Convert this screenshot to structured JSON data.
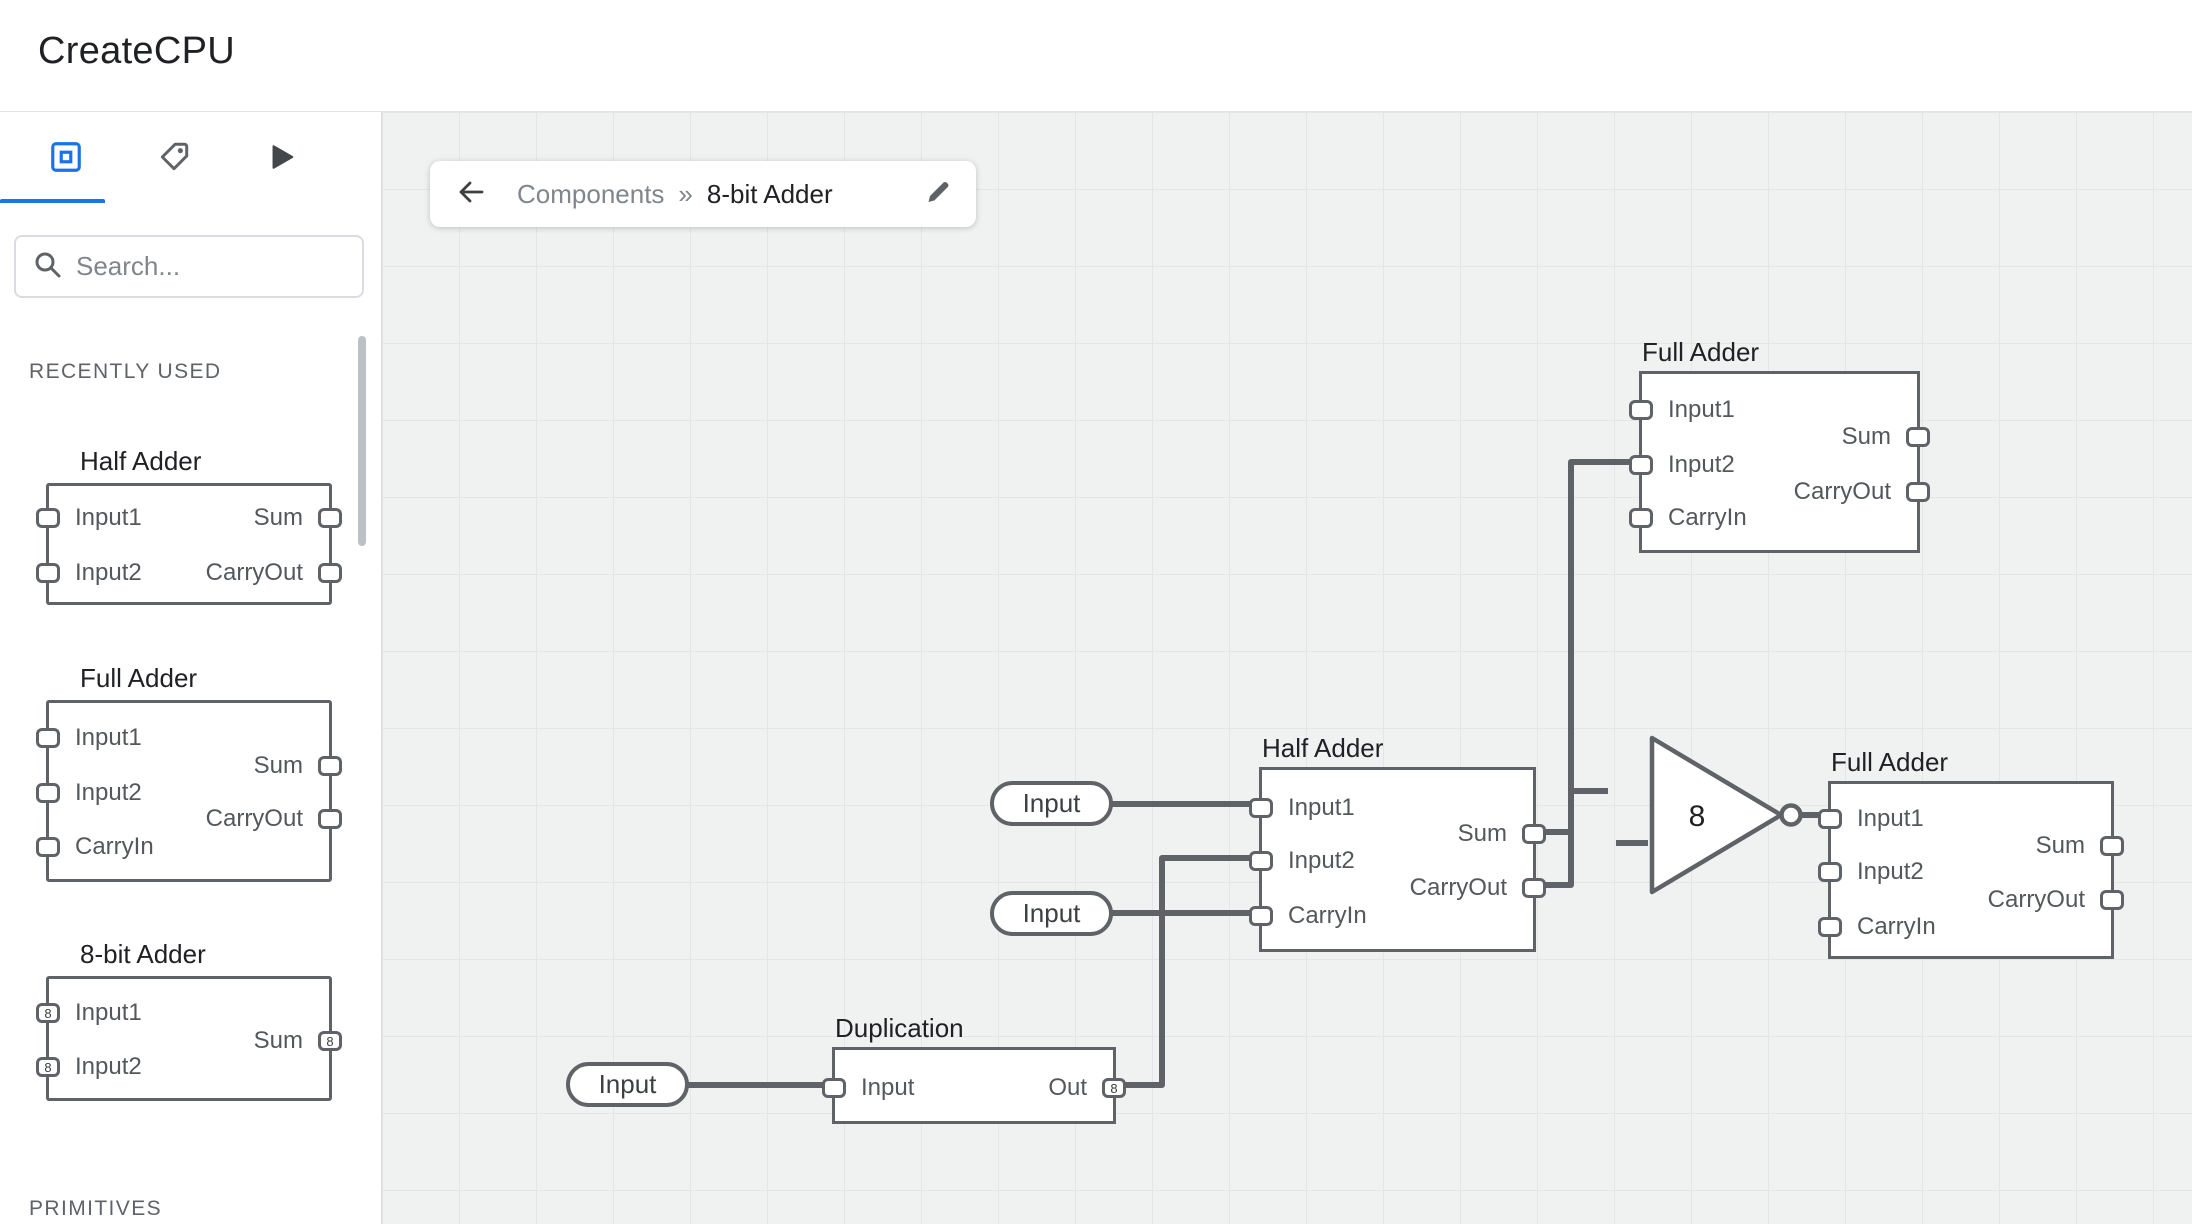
{
  "header": {
    "title": "CreateCPU"
  },
  "sidebar": {
    "search_placeholder": "Search...",
    "sections": {
      "recent": "RECENTLY USED",
      "primitives": "PRIMITIVES"
    },
    "previews": [
      {
        "title": "Half Adder",
        "left": [
          "Input1",
          "Input2"
        ],
        "right": [
          "Sum",
          "CarryOut"
        ]
      },
      {
        "title": "Full Adder",
        "left": [
          "Input1",
          "Input2",
          "CarryIn"
        ],
        "right": [
          "Sum",
          "CarryOut"
        ]
      },
      {
        "title": "8-bit Adder",
        "left": [
          "Input1",
          "Input2"
        ],
        "right": [
          "Sum"
        ],
        "bus_width": "8"
      }
    ]
  },
  "breadcrumb": {
    "parent": "Components",
    "separator": "»",
    "current": "8-bit Adder"
  },
  "canvas": {
    "full_adder_top": {
      "title": "Full Adder",
      "left": [
        "Input1",
        "Input2",
        "CarryIn"
      ],
      "right": [
        "Sum",
        "CarryOut"
      ]
    },
    "half_adder": {
      "title": "Half Adder",
      "left": [
        "Input1",
        "Input2",
        "CarryIn"
      ],
      "right": [
        "Sum",
        "CarryOut"
      ]
    },
    "full_adder_right": {
      "title": "Full Adder",
      "left": [
        "Input1",
        "Input2",
        "CarryIn"
      ],
      "right": [
        "Sum",
        "CarryOut"
      ]
    },
    "duplication": {
      "title": "Duplication",
      "input": "Input",
      "output": "Out",
      "bus_width": "8"
    },
    "input_pins": [
      "Input",
      "Input",
      "Input"
    ],
    "not_gate": {
      "bus_width": "8"
    }
  },
  "colors": {
    "accent": "#1a73e8",
    "wire": "#5f6368",
    "canvas_bg": "#f0f1f1"
  }
}
